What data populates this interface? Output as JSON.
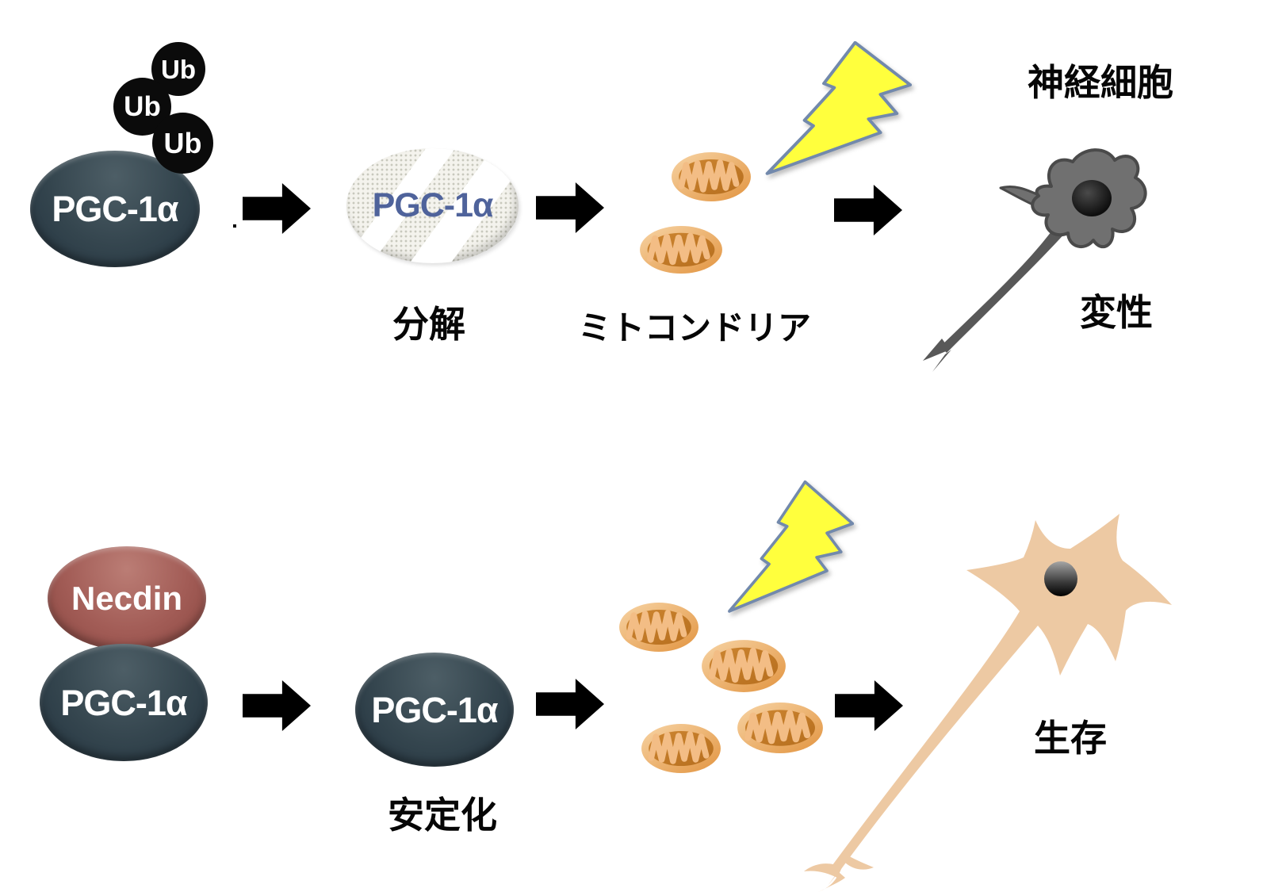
{
  "colors": {
    "background": "#ffffff",
    "pgc1a_fill": "#34454e",
    "necdin_fill": "#a25c56",
    "ubiquitin_fill": "#0b0b0b",
    "degraded_fill": "#f4f3ed",
    "degraded_text": "#4f639b",
    "protein_text": "#ffffff",
    "caption_text": "#060606",
    "arrow": "#000000",
    "mitochondrion_outer": "#eeb272",
    "mitochondrion_inner": "#c07d2a",
    "lightning_fill": "#ffff3d",
    "lightning_outline": "#7289ac",
    "degenerating_neuron": "#707070",
    "healthy_neuron": "#edc9a3"
  },
  "icons": {
    "arrow_right": "black-block-arrow",
    "lightning_bolt": "yellow-lightning-bolt",
    "mitochondrion": "orange-mitochondrion-oval",
    "degenerating_neuron": "gray-shrunken-neuron",
    "healthy_neuron": "tan-branched-neuron"
  },
  "top_row": {
    "ubiquitinated_pgc1a": {
      "ub_badges": [
        "Ub",
        "Ub",
        "Ub"
      ],
      "protein": "PGC-1α"
    },
    "degraded_pgc1a": {
      "protein": "PGC-1α",
      "caption": "分解"
    },
    "mitochondria_label": "ミトコンドリア",
    "cell_label": "神経細胞",
    "outcome_label": "変性"
  },
  "bottom_row": {
    "necdin_pgc1a": {
      "necdin": "Necdin",
      "protein": "PGC-1α"
    },
    "stabilized_pgc1a": {
      "protein": "PGC-1α",
      "caption": "安定化"
    },
    "outcome_label": "生存"
  }
}
